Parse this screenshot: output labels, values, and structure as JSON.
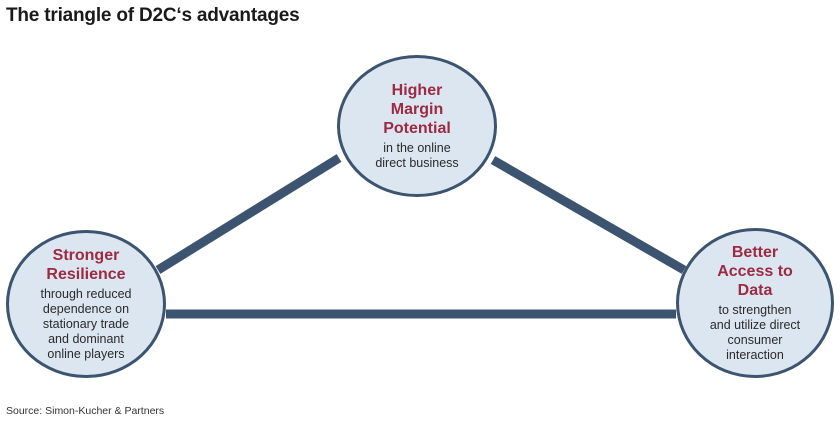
{
  "title": "The triangle of D2C‘s advantages",
  "colors": {
    "connector": "#3c546f",
    "node_fill": "#dce6f0",
    "node_border": "#3c546f",
    "heading": "#9b2a42",
    "text": "#2a2a2a"
  },
  "nodes": {
    "top": {
      "heading": "Higher\nMargin\nPotential",
      "description": "in the online\ndirect business"
    },
    "left": {
      "heading": "Stronger\nResilience",
      "description": "through reduced\ndependence on\nstationary trade\nand dominant\nonline players"
    },
    "right": {
      "heading": "Better\nAccess to\nData",
      "description": "to strengthen\nand utilize direct\nconsumer\ninteraction"
    }
  },
  "source": "Source: Simon-Kucher & Partners"
}
